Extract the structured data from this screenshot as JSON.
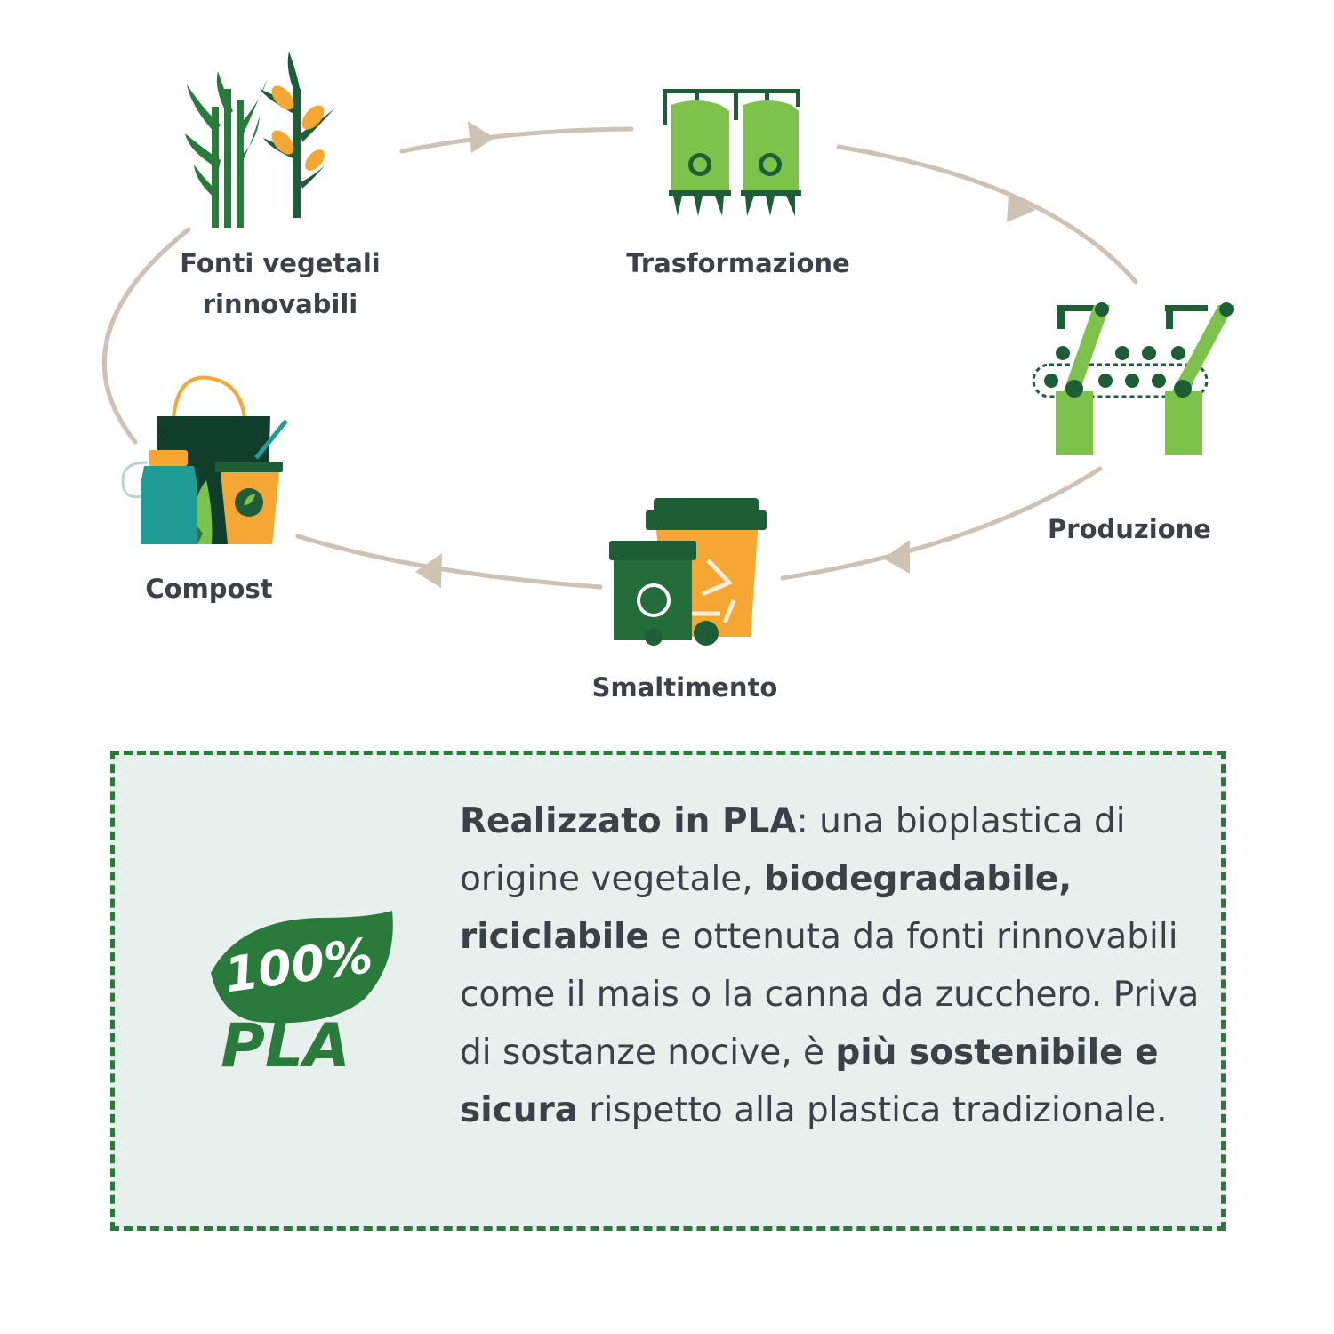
{
  "colors": {
    "dark_green": "#1e5e37",
    "light_green": "#7dc24b",
    "medium_green": "#2a7a3b",
    "orange": "#f6a733",
    "teal": "#1f9c95",
    "arrow": "#cdc2b3",
    "text": "#3b4146",
    "box_bg": "#e7f0ec"
  },
  "stages": [
    {
      "id": "fonti",
      "icon": "sugarcane-corn-icon",
      "label_line1": "Fonti vegetali",
      "label_line2": "rinnovabili"
    },
    {
      "id": "trasformazione",
      "icon": "silo-tanks-icon",
      "label": "Trasformazione"
    },
    {
      "id": "produzione",
      "icon": "robotic-conveyor-icon",
      "label": "Produzione"
    },
    {
      "id": "smaltimento",
      "icon": "recycling-bins-icon",
      "label": "Smaltimento"
    },
    {
      "id": "compost",
      "icon": "eco-products-icon",
      "label": "Compost"
    }
  ],
  "badge": {
    "line1": "100%",
    "line2": "PLA"
  },
  "info": {
    "s1": "Realizzato in PLA",
    "s2": ": una bioplastica di origine vegetale, ",
    "s3": "biodegradabile, riciclabile",
    "s4": " e ottenuta da fonti rinnovabili come il mais o la canna da zucchero. Priva di sostanze nocive, è ",
    "s5": "più sostenibile e sicura",
    "s6": " rispetto alla plastica tradizionale."
  }
}
